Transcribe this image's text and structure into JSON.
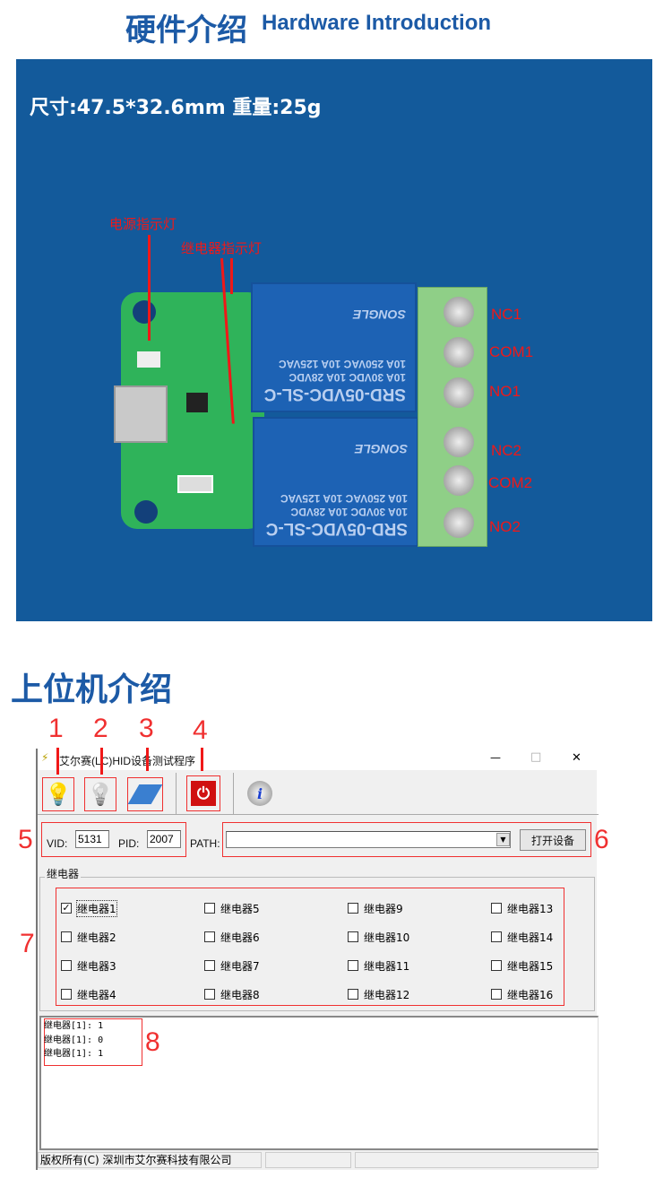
{
  "header": {
    "title_cn": "硬件介绍",
    "title_en": "Hardware Introduction"
  },
  "hardware": {
    "spec": "尺寸:47.5*32.6mm  重量:25g",
    "power_led_label": "电源指示灯",
    "relay_led_label": "继电器指示灯",
    "relay_model": "SRD-05VDC-SL-C",
    "relay_rating1": "10A 30VDC  10A 28VDC",
    "relay_rating2": "10A 250VAC  10A 125VAC",
    "relay_brand": "SONGLE",
    "pins": [
      "NC1",
      "COM1",
      "NO1",
      "NC2",
      "COM2",
      "NO2"
    ]
  },
  "software_heading": "上位机介绍",
  "window": {
    "title": "艾尔赛(LC)HID设备测试程序",
    "toolbar": [
      "all-on",
      "all-off",
      "flash",
      "power",
      "about"
    ],
    "vid_label": "VID:",
    "vid_value": "5131",
    "pid_label": "PID:",
    "pid_value": "2007",
    "path_label": "PATH:",
    "path_value": "",
    "open_button": "打开设备",
    "group_title": "继电器",
    "relays": [
      {
        "label": "继电器1",
        "checked": true
      },
      {
        "label": "继电器5",
        "checked": false
      },
      {
        "label": "继电器9",
        "checked": false
      },
      {
        "label": "继电器13",
        "checked": false
      },
      {
        "label": "继电器2",
        "checked": false
      },
      {
        "label": "继电器6",
        "checked": false
      },
      {
        "label": "继电器10",
        "checked": false
      },
      {
        "label": "继电器14",
        "checked": false
      },
      {
        "label": "继电器3",
        "checked": false
      },
      {
        "label": "继电器7",
        "checked": false
      },
      {
        "label": "继电器11",
        "checked": false
      },
      {
        "label": "继电器15",
        "checked": false
      },
      {
        "label": "继电器4",
        "checked": false
      },
      {
        "label": "继电器8",
        "checked": false
      },
      {
        "label": "继电器12",
        "checked": false
      },
      {
        "label": "继电器16",
        "checked": false
      }
    ],
    "log": [
      "继电器[1]: 1",
      "继电器[1]: 0",
      "继电器[1]: 1"
    ],
    "status": "版权所有(C) 深圳市艾尔赛科技有限公司",
    "min": "—",
    "max": "□",
    "close": "✕"
  },
  "annotations": [
    "1",
    "2",
    "3",
    "4",
    "5",
    "6",
    "7",
    "8"
  ]
}
